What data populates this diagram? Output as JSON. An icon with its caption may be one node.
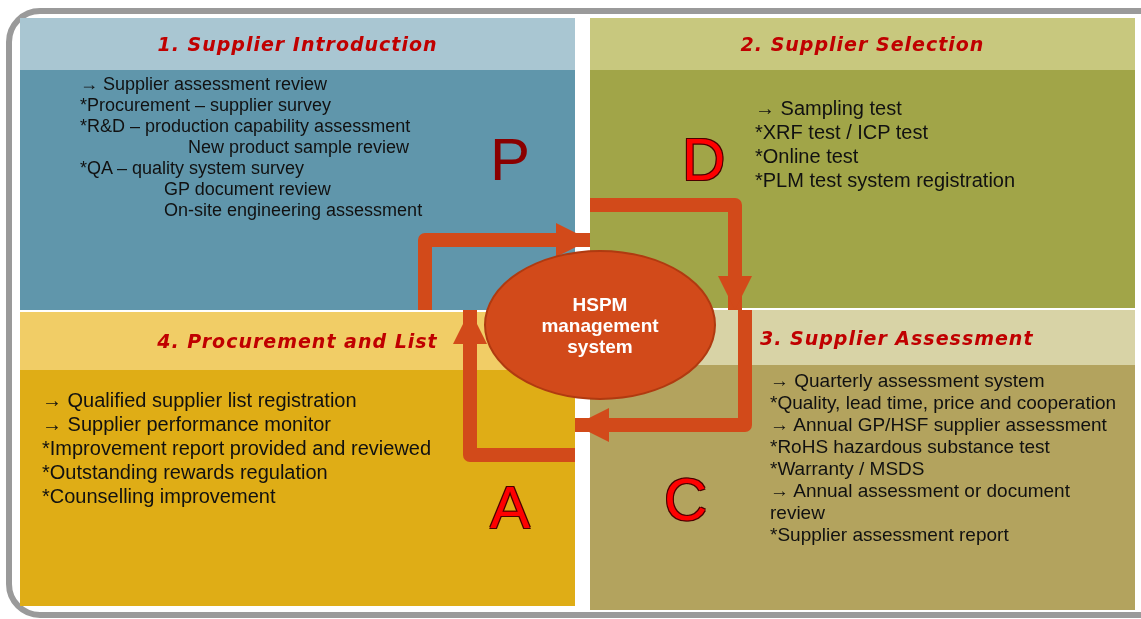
{
  "diagram": {
    "nodes": [
      {
        "text": [
          "1. Supplier Introduction",
          "→ Supplier assessment review",
          "*Procurement – supplier survey",
          "*R&D – production capability assessment",
          "New product sample review",
          "*QA – quality system survey",
          "GP document review",
          "On-site engineering assessment",
          "P"
        ]
      },
      {
        "text": [
          "2. Supplier Selection",
          "→ Sampling test",
          "*XRF test / ICP test",
          "*Online test",
          "*PLM test system registration",
          "D"
        ]
      },
      {
        "text": [
          "HSPM management system"
        ]
      },
      {
        "text": [
          "4. Procurement and List",
          "→ Qualified supplier list registration",
          "→ Supplier performance monitor",
          "*Improvement report provided and reviewed",
          "*Outstanding rewards regulation",
          "*Counselling improvement",
          "A"
        ]
      },
      {
        "text": [
          "3. Supplier Assessment",
          "→ Quarterly assessment system",
          "*Quality, lead time, price and cooperation",
          "→ Annual GP/HSF supplier assessment",
          "*RoHS hazardous substance test",
          "*Warranty / MSDS",
          "→ Annual assessment or document review",
          "*Supplier assessment report",
          "C"
        ]
      }
    ],
    "edges": [
      {
        "from": 0,
        "to": 1,
        "arrow": "to"
      },
      {
        "from": 1,
        "to": 4,
        "arrow": "to"
      },
      {
        "from": 4,
        "to": 3,
        "arrow": "to"
      },
      {
        "from": 3,
        "to": 0,
        "arrow": "to"
      }
    ]
  }
}
